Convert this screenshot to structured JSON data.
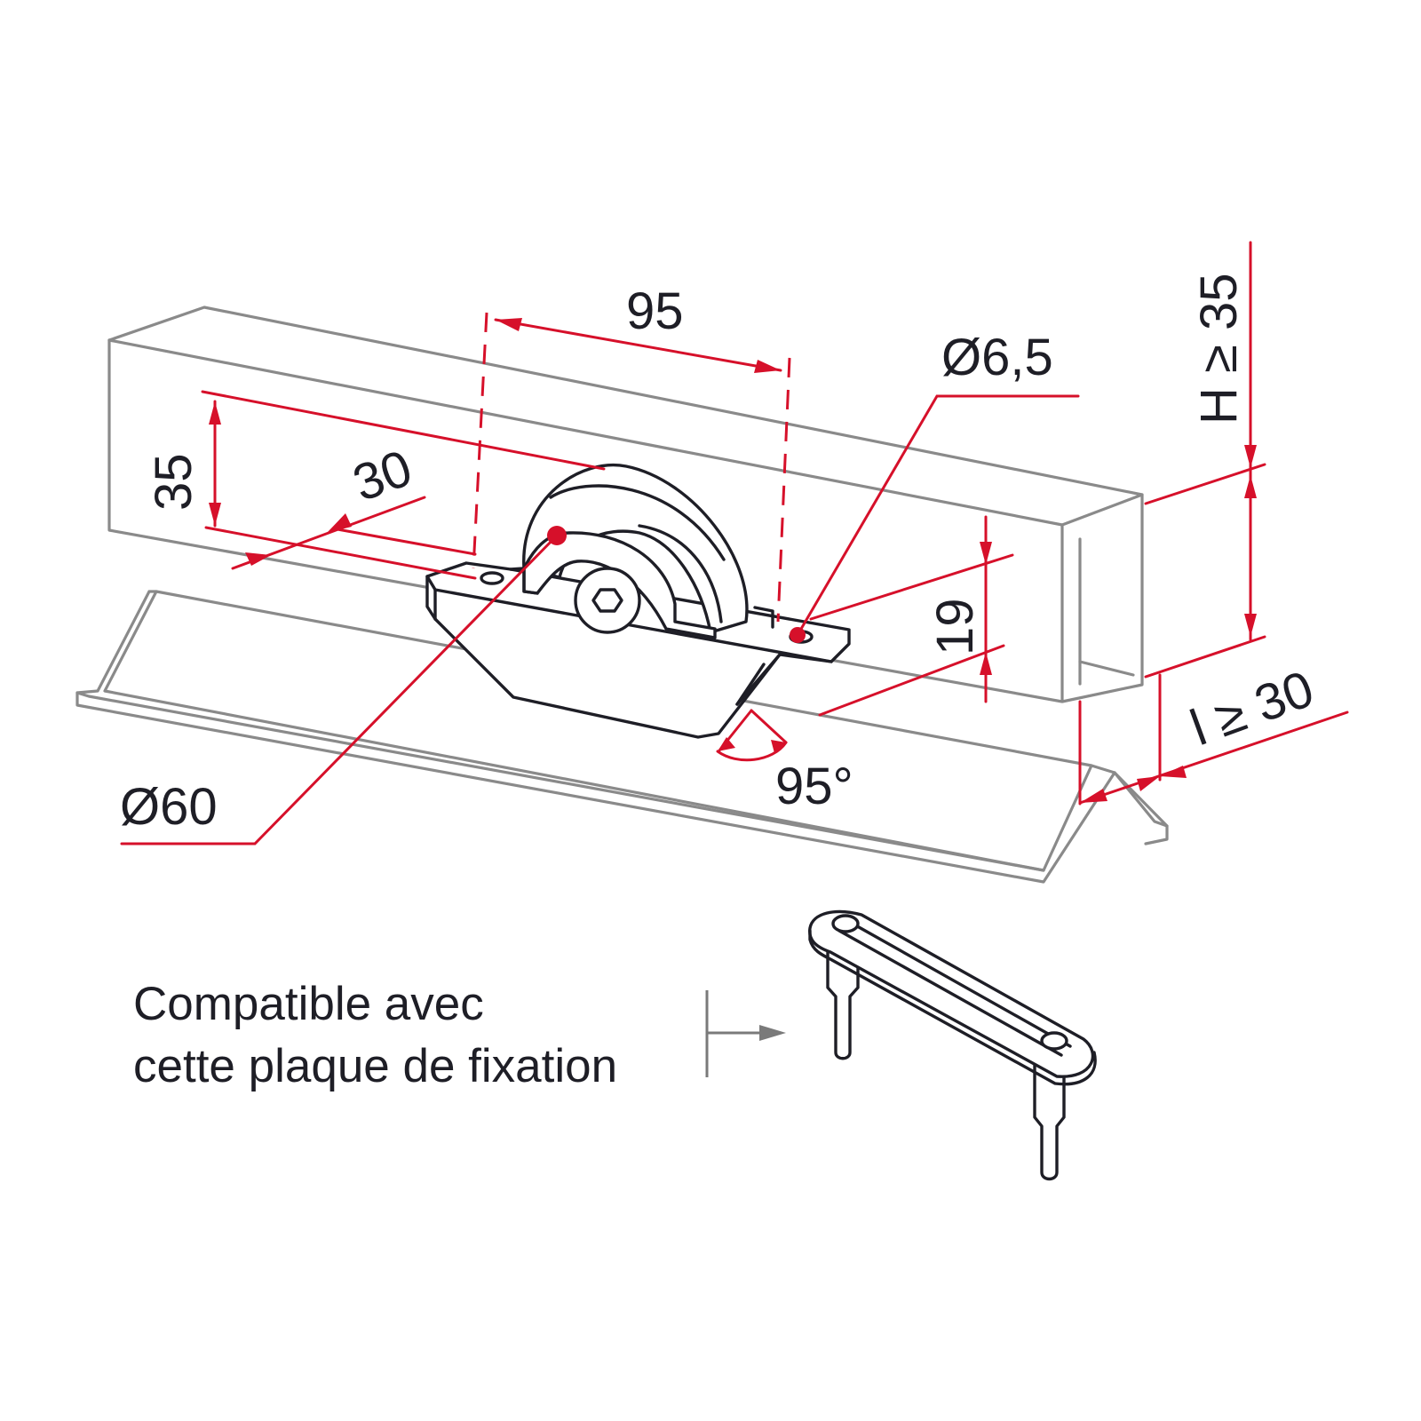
{
  "dimensions": {
    "wheel_spacing": "95",
    "hole_diameter": "Ø6,5",
    "height_offset": "35",
    "edge_offset": "30",
    "plate_thickness": "19",
    "wheel_diameter": "Ø60",
    "angle": "95°",
    "min_height": "H ≥ 35",
    "min_width": "l ≥ 30"
  },
  "note": {
    "line1": "Compatible avec",
    "line2": "cette plaque de fixation"
  },
  "colors": {
    "dimension": "#d6102a",
    "part_outline": "#1e1e26",
    "context_outline": "#8a8a8a"
  },
  "icons": {
    "pointer": "arrow-right-icon",
    "leader_dot": "dot-marker-icon"
  }
}
